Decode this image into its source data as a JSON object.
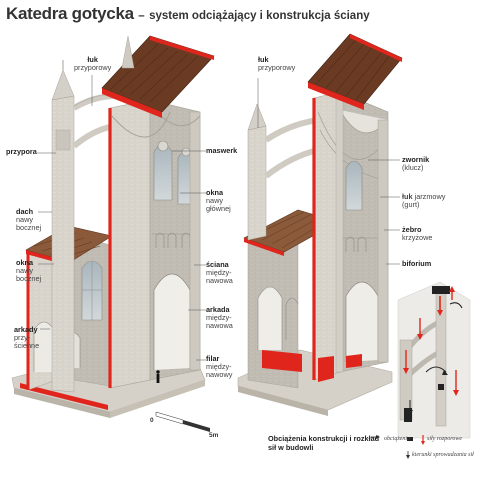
{
  "title": {
    "main": "Katedra gotycka",
    "dash": "–",
    "sub": "system odciążający i konstrukcja ściany"
  },
  "labels_left": {
    "luk_przyporowy": {
      "head": "łuk",
      "sub": "przyporowy"
    },
    "przypora": {
      "head": "przypora"
    },
    "dach": {
      "head": "dach",
      "sub": [
        "nawy",
        "bocznej"
      ]
    },
    "okna_bocznej": {
      "head": "okna",
      "sub": [
        "nawy",
        "bocznej"
      ]
    },
    "arkady": {
      "head": "arkady",
      "sub": [
        "przy-",
        "ścienne"
      ]
    },
    "maswerk": {
      "head": "maswerk"
    },
    "okna_glownej": {
      "head": "okna",
      "sub": [
        "nawy",
        "głównej"
      ]
    },
    "sciana": {
      "head": "ściana",
      "sub": [
        "między-",
        "nawowa"
      ]
    },
    "arkada": {
      "head": "arkada",
      "sub": [
        "między-",
        "nawowa"
      ]
    },
    "filar": {
      "head": "filar",
      "sub": [
        "między-",
        "nawowy"
      ]
    }
  },
  "labels_right": {
    "luk_przyporowy": {
      "head": "łuk",
      "sub": "przyporowy"
    },
    "zwornik": {
      "head": "zwornik",
      "sub": "(klucz)"
    },
    "luk_jarzmowy": {
      "head": "łuk",
      "inline": "jarzmowy",
      "sub": "(gurt)"
    },
    "zebro": {
      "head": "żebro",
      "sub": "krzyżowe"
    },
    "biforium": {
      "head": "biforium"
    }
  },
  "scale": {
    "start": "0",
    "end": "5m"
  },
  "legend": {
    "title": [
      "Obciążenia konstrukcji i rozkład",
      "sił w budowli"
    ],
    "items": {
      "loads": "obciążenia",
      "thrust": "siły rozporowe",
      "directions": "kierunki sprowadzania sił"
    }
  },
  "colors": {
    "structure": "#d9d7d0",
    "structure_dark": "#b9b6ae",
    "accent_red": "#e0261c",
    "roof_brown": "#6b3a22",
    "text": "#333333",
    "floor": "#cfcbc2"
  },
  "icons": {
    "arrow": "arrow-icon",
    "person": "person-silhouette-icon"
  }
}
